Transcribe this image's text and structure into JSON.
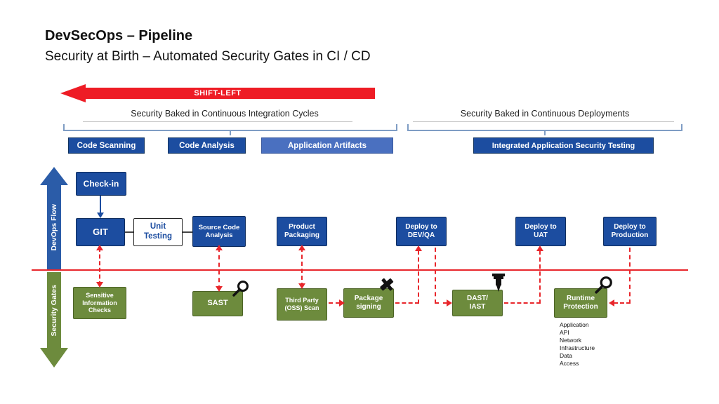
{
  "header": {
    "title": "DevSecOps – Pipeline",
    "subtitle": "Security at Birth – Automated Security Gates in CI / CD"
  },
  "shift_left_label": "SHIFT-LEFT",
  "sections": {
    "ci_label": "Security Baked in Continuous Integration Cycles",
    "cd_label": "Security Baked in Continuous Deployments"
  },
  "stage_labels": {
    "code_scanning": "Code Scanning",
    "code_analysis": "Code Analysis",
    "application_artifacts": "Application Artifacts",
    "integrated_ast": "Integrated Application Security Testing"
  },
  "axes": {
    "devops_flow": "DevOps Flow",
    "security_gates": "Security Gates"
  },
  "devops_nodes": {
    "check_in": "Check-in",
    "git": "GIT",
    "unit_testing": "Unit Testing",
    "source_code_analysis": "Source Code Analysis",
    "product_packaging": "Product Packaging",
    "deploy_dev_qa": "Deploy to DEV/QA",
    "deploy_uat": "Deploy to UAT",
    "deploy_production": "Deploy to Production"
  },
  "security_nodes": {
    "sensitive_information_checks": "Sensitive Information Checks",
    "sast": "SAST",
    "third_party_oss_scan": "Third Party (OSS) Scan",
    "package_signing": "Package signing",
    "dast_iast": "DAST/\nIAST",
    "runtime_protection": "Runtime Protection"
  },
  "runtime_protection_scope": [
    "Application",
    "API",
    "Network",
    "Infrastructure",
    "Data",
    "Access"
  ],
  "icons": {
    "sast": "magnifier-icon",
    "package_signing": "hammer-icon",
    "dast_iast": "jackhammer-icon",
    "runtime_protection": "magnifier-icon"
  },
  "edges": [
    {
      "from": "check_in",
      "to": "git",
      "style": "solid-blue"
    },
    {
      "from": "git",
      "to": "sensitive_information_checks",
      "style": "dashed-red-bidirectional"
    },
    {
      "from": "source_code_analysis",
      "to": "sast",
      "style": "dashed-red-bidirectional"
    },
    {
      "from": "product_packaging",
      "to": "third_party_oss_scan",
      "style": "dashed-red-bidirectional"
    },
    {
      "from": "third_party_oss_scan",
      "to": "package_signing",
      "style": "dashed-red"
    },
    {
      "from": "package_signing",
      "to": "deploy_dev_qa",
      "style": "dashed-red"
    },
    {
      "from": "deploy_dev_qa",
      "to": "dast_iast",
      "style": "dashed-red"
    },
    {
      "from": "dast_iast",
      "to": "deploy_uat",
      "style": "dashed-red"
    },
    {
      "from": "deploy_production",
      "to": "runtime_protection",
      "style": "dashed-red"
    }
  ],
  "colors": {
    "dark_blue": "#1c4da0",
    "light_blue": "#4a70c0",
    "olive_green": "#6d8b3d",
    "red": "#e8262b",
    "bracket_blue": "#7f9dc4"
  }
}
